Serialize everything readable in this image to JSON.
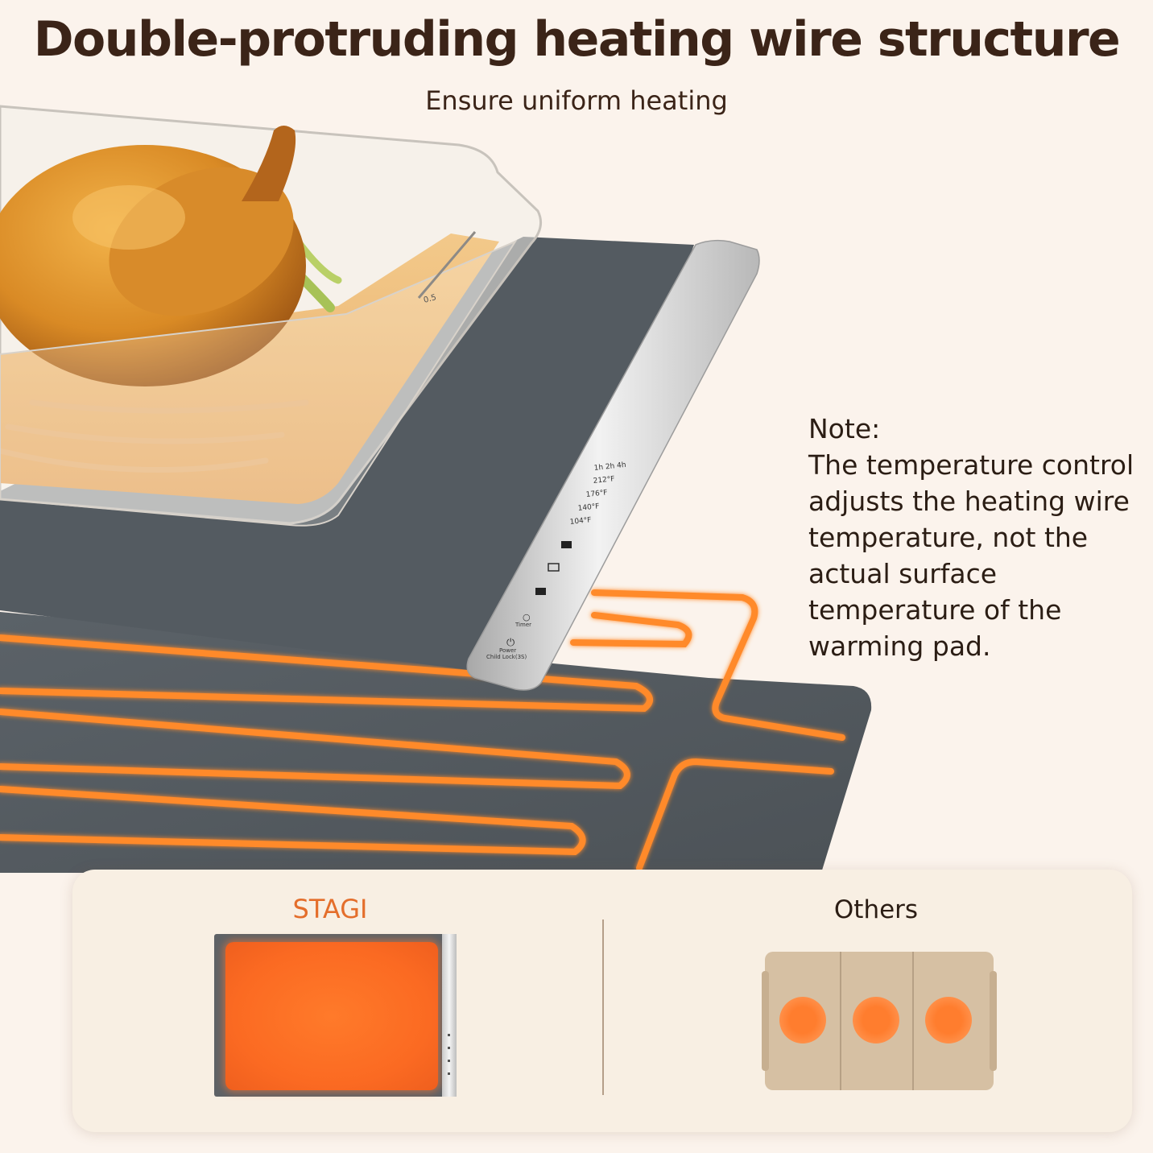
{
  "header": {
    "title": "Double-protruding heating wire structure",
    "subtitle": "Ensure uniform heating"
  },
  "note": {
    "label": "Note:",
    "text": "The temperature control adjusts the heating wire temperature, not the actual surface temperature of the warming pad."
  },
  "control_bar": {
    "timers": "1h 2h 4h",
    "temps": [
      "212°F",
      "176°F",
      "140°F",
      "104°F"
    ],
    "timer_label": "Timer",
    "power_label": "Power",
    "lock_label": "Child Lock(3S)"
  },
  "dish_marking": "0.5",
  "comparison": {
    "brand": "STAGI",
    "others": "Others"
  },
  "colors": {
    "background": "#fbf3ec",
    "pad": "#535a60",
    "wire": "#ff8a2a",
    "brand_accent": "#e46e2b",
    "panel": "#f8efe3"
  },
  "icons": {
    "timer": "thermometer-icon",
    "power": "power-icon"
  }
}
